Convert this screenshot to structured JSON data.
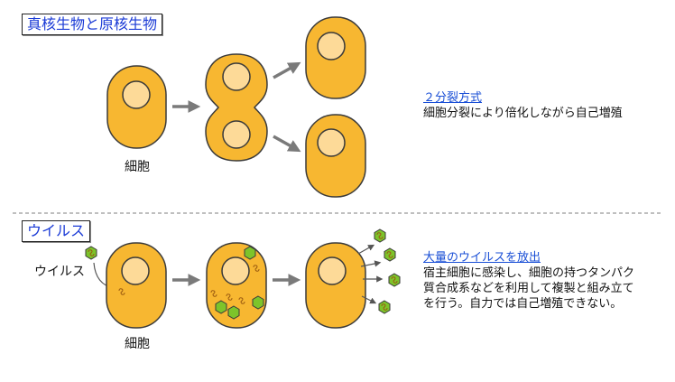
{
  "sections": {
    "prokaryote": {
      "title": "真核生物と原核生物",
      "cell_label": "細胞",
      "description_title": "２分裂方式",
      "description_lines": [
        "細胞分裂により倍化しながら自己増殖"
      ]
    },
    "virus": {
      "title": "ウイルス",
      "virus_label": "ウイルス",
      "cell_label": "細胞",
      "description_title": "大量のウイルスを放出",
      "description_lines": [
        "宿主細胞に感染し、細胞の持つタンパク",
        "質合成系などを利用して複製と組み立て",
        "を行う。自力では自己増殖できない。"
      ]
    }
  },
  "colors": {
    "cell_fill": "#F7B731",
    "nucleus_fill": "#FDDA98",
    "outline": "#3a3a3a",
    "arrow": "#7a7a7a",
    "virus_fill": "#7DC42A",
    "title_text": "#1a3ad6",
    "link_text": "#1a4fd6"
  }
}
